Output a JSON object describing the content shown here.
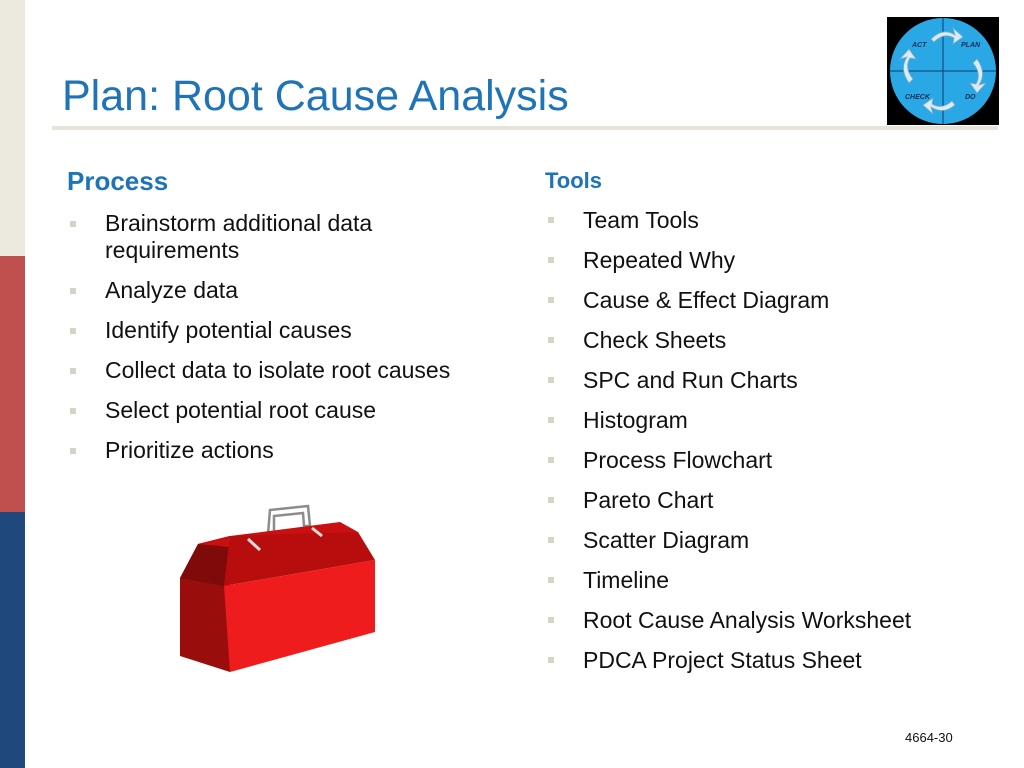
{
  "slide": {
    "title": "Plan: Root Cause Analysis",
    "page_number": "4664-30"
  },
  "pdca_graphic": {
    "labels": [
      "ACT",
      "PLAN",
      "CHECK",
      "DO"
    ]
  },
  "process": {
    "heading": "Process",
    "items": [
      "Brainstorm additional data requirements",
      "Analyze data",
      "Identify potential causes",
      "Collect data to isolate root causes",
      "Select potential root cause",
      "Prioritize actions"
    ]
  },
  "tools": {
    "heading": "Tools",
    "items": [
      "Team Tools",
      "Repeated Why",
      "Cause & Effect Diagram",
      "Check Sheets",
      "SPC and Run Charts",
      "Histogram",
      "Process Flowchart",
      "Pareto Chart",
      "Scatter Diagram",
      "Timeline",
      "Root Cause Analysis Worksheet",
      "PDCA Project Status Sheet"
    ]
  },
  "colors": {
    "title_blue": "#1f73b7",
    "band_beige": "#ece9de",
    "band_red": "#c0504d",
    "band_navy": "#1f497d",
    "toolbox_red": "#e31e1e",
    "pdca_blue": "#2aa8e6"
  }
}
